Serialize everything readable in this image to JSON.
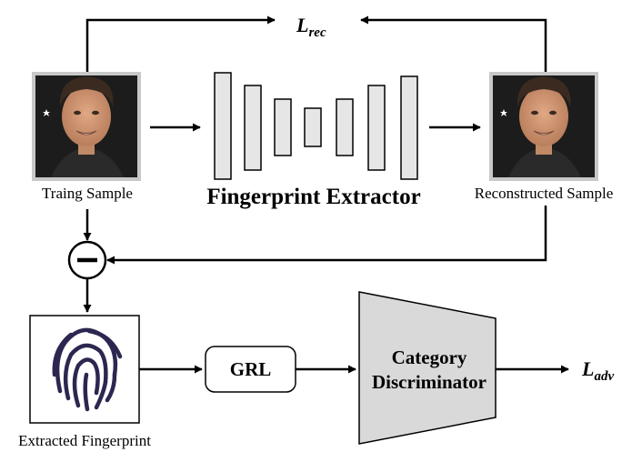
{
  "losses": {
    "reconstruction": {
      "main": "L",
      "sub": "rec"
    },
    "adversarial": {
      "main": "L",
      "sub": "adv"
    }
  },
  "captions": {
    "training_sample": "Traing Sample",
    "reconstructed_sample": "Reconstructed Sample",
    "extracted_fingerprint": "Extracted Fingerprint"
  },
  "modules": {
    "fingerprint_extractor": "Fingerprint Extractor",
    "grl": "GRL",
    "discriminator_line1": "Category",
    "discriminator_line2": "Discriminator"
  },
  "operators": {
    "subtract": "minus"
  },
  "colors": {
    "layer_fill": "#e6e6e6",
    "discriminator_fill": "#d9d9d9",
    "fingerprint": "#2b2750",
    "photo_frame": "#c8c8c8"
  }
}
